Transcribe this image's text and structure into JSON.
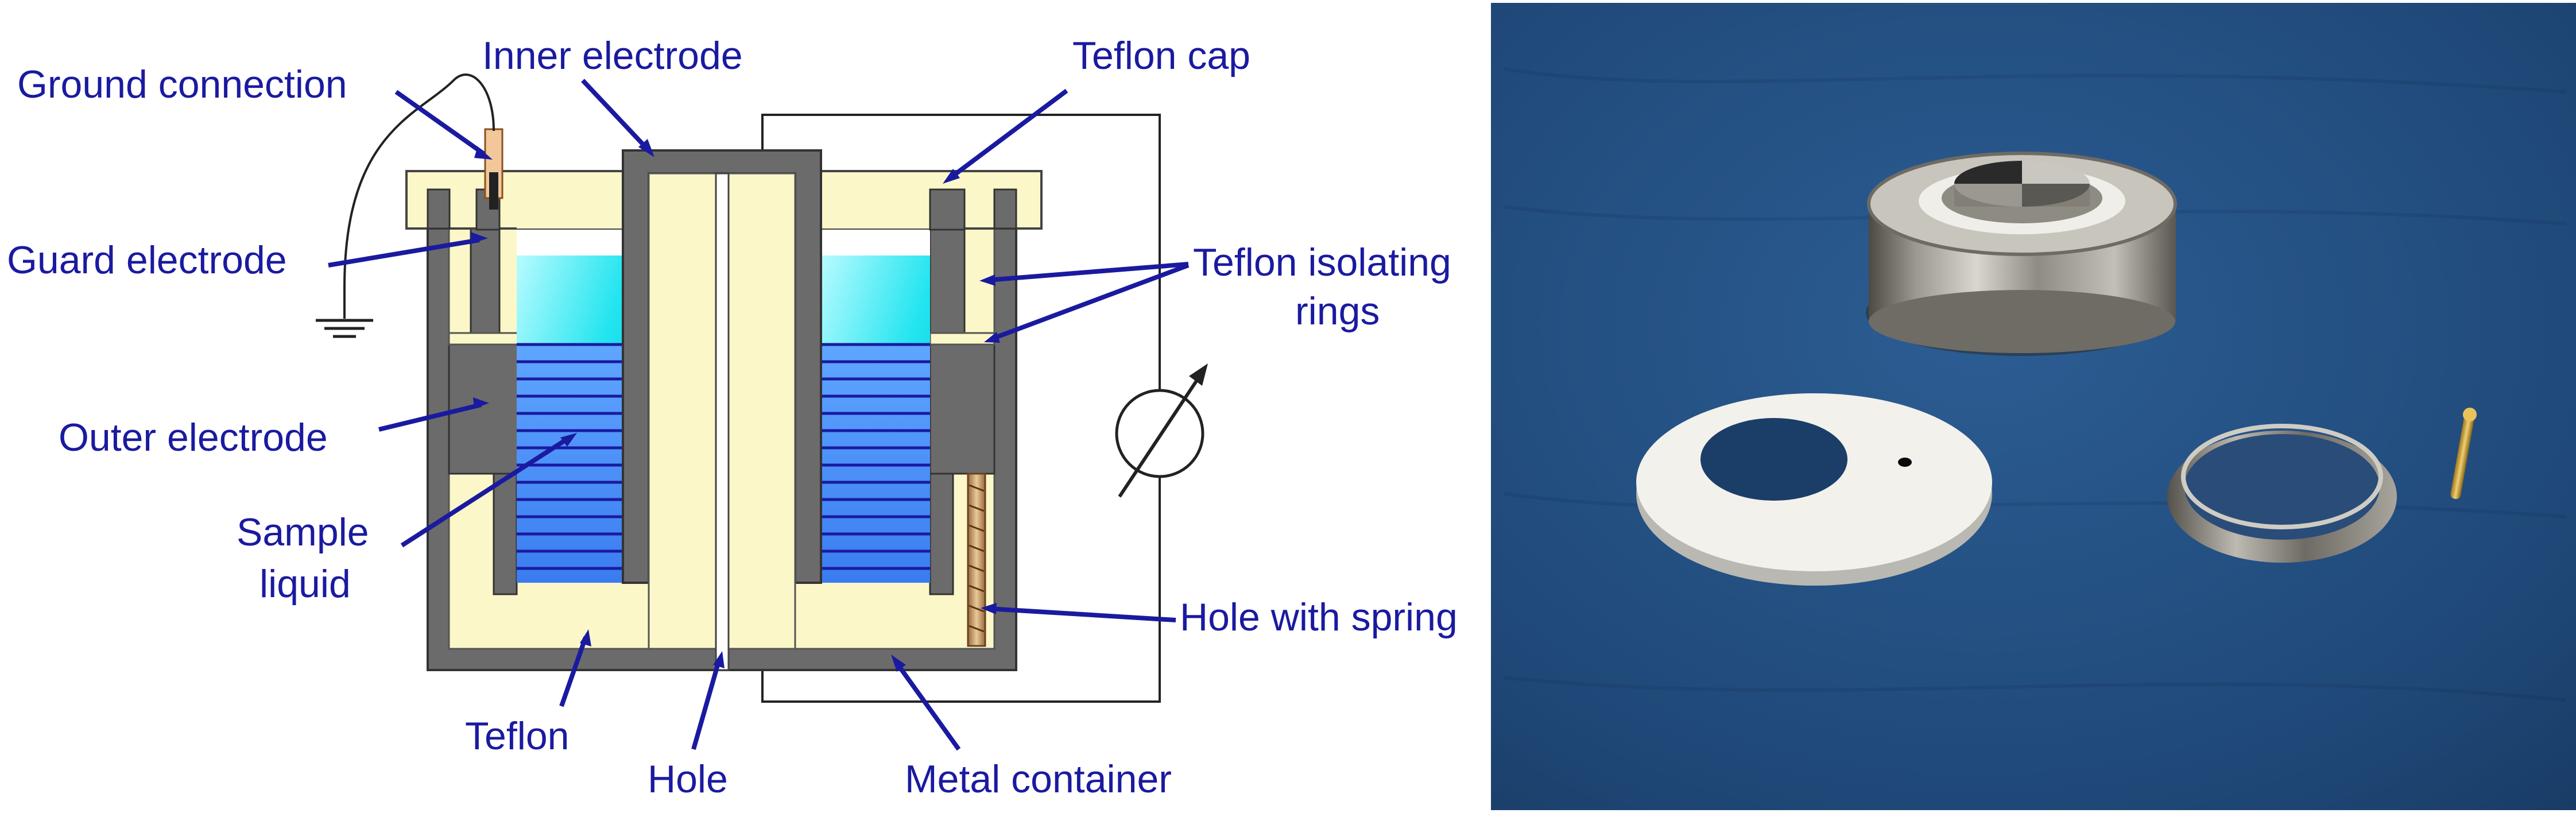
{
  "labels": {
    "ground_connection": "Ground connection",
    "inner_electrode": "Inner electrode",
    "teflon_cap": "Teflon cap",
    "guard_electrode": "Guard electrode",
    "teflon_isolating_rings_1": "Teflon isolating",
    "teflon_isolating_rings_2": "rings",
    "outer_electrode": "Outer electrode",
    "sample_liquid_1": "Sample",
    "sample_liquid_2": "liquid",
    "hole_with_spring": "Hole with spring",
    "teflon": "Teflon",
    "hole": "Hole",
    "metal_container": "Metal container"
  },
  "colors": {
    "label_text": "#1a1aa0",
    "metal": "#6b6b6b",
    "teflon": "#fbf7c8",
    "liquid": "#1fe0ee",
    "photo_background": "#244f80"
  }
}
